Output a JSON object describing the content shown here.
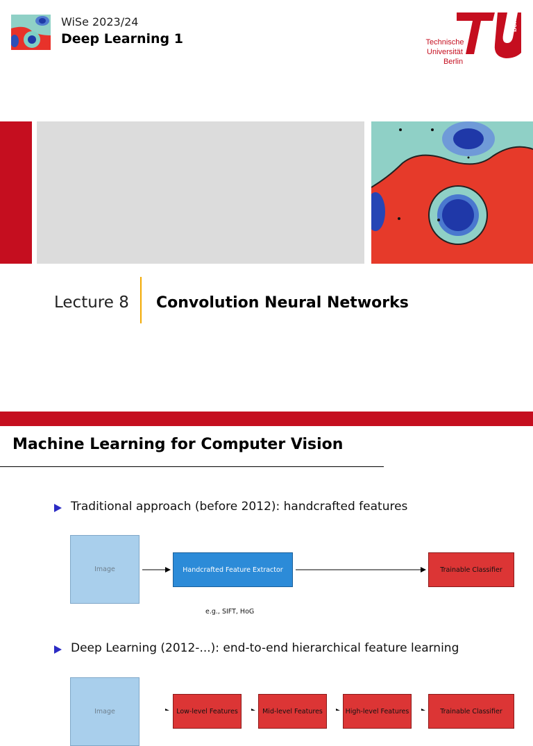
{
  "header": {
    "semester": "WiSe 2023/24",
    "course": "Deep Learning 1",
    "logo": {
      "line1": "Technische",
      "line2": "Universität",
      "line3": "Berlin",
      "mark_text": "berlin"
    }
  },
  "title_slide": {
    "lecture_number": "Lecture 8",
    "lecture_title": "Convolution Neural Networks"
  },
  "slide2": {
    "title": "Machine Learning for Computer Vision",
    "bullet1": "Traditional approach (before 2012): handcrafted features",
    "diagram1": {
      "image": "Image",
      "extractor": "Handcrafted Feature Extractor",
      "classifier": "Trainable Classifier",
      "note": "e.g., SIFT, HoG"
    },
    "bullet2": "Deep Learning (2012-...): end-to-end hierarchical feature learning",
    "diagram2": {
      "image": "Image",
      "low": "Low-level Features",
      "mid": "Mid-level Features",
      "high": "High-level Features",
      "classifier": "Trainable Classifier"
    }
  },
  "colors": {
    "tu_red": "#c50e1f",
    "accent_orange": "#f2a900",
    "bullet_blue": "#2b2bc4",
    "image_box": "#a9cfec",
    "extractor_box": "#2c8bd8",
    "classifier_box": "#dc3535"
  }
}
